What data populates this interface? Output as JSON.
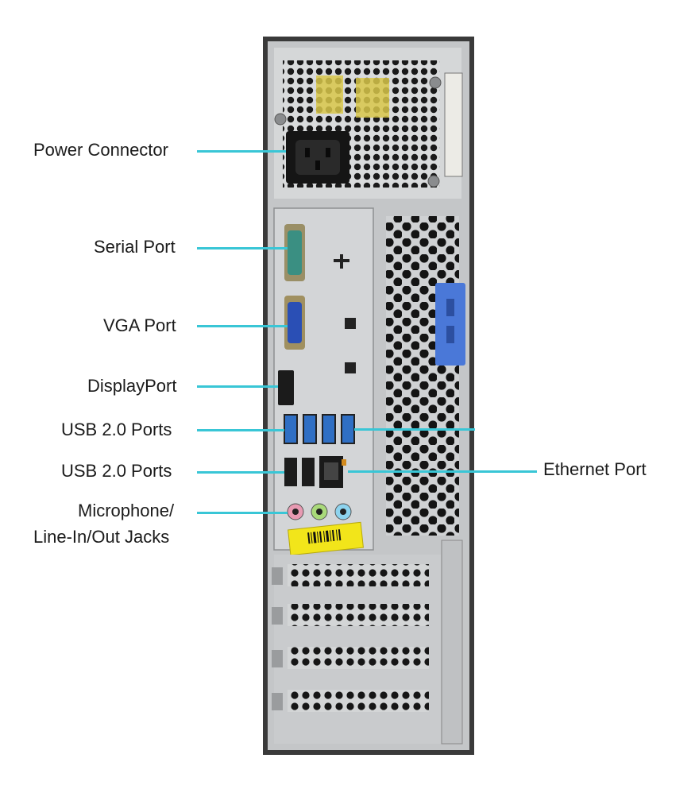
{
  "callouts": {
    "power": "Power Connector",
    "serial": "Serial Port",
    "vga": "VGA Port",
    "displayport": "DisplayPort",
    "usb_upper": "USB 2.0 Ports",
    "usb_lower": "USB 2.0 Ports",
    "mic_line1": "Microphone/",
    "mic_line2": "Line-In/Out Jacks",
    "ethernet": "Ethernet Port"
  },
  "colors": {
    "leader": "#39c6d6",
    "chassis": "#c9cbcd",
    "usb3": "#2f6fc4",
    "vga": "#2a4fb5",
    "serial": "#3a8f82",
    "latch": "#4a78d8",
    "sticker": "#f2e51a"
  }
}
